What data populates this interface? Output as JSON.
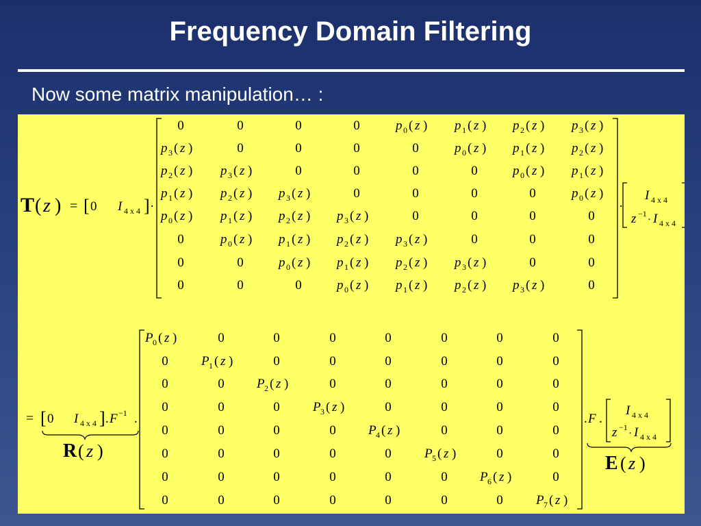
{
  "slide": {
    "title": "Frequency Domain Filtering",
    "subtitle": "Now some matrix manipulation… :"
  },
  "eq1": {
    "lhs_symbol": "T",
    "lhs_arg": "z",
    "equals": "=",
    "row_vector": [
      "0",
      "I",
      "4x4"
    ],
    "matrix_rows": [
      [
        "0",
        "0",
        "0",
        "0",
        "p0",
        "p1",
        "p2",
        "p3"
      ],
      [
        "p3",
        "0",
        "0",
        "0",
        "0",
        "p0",
        "p1",
        "p2"
      ],
      [
        "p2",
        "p3",
        "0",
        "0",
        "0",
        "0",
        "p0",
        "p1"
      ],
      [
        "p1",
        "p2",
        "p3",
        "0",
        "0",
        "0",
        "0",
        "p0"
      ],
      [
        "p0",
        "p1",
        "p2",
        "p3",
        "0",
        "0",
        "0",
        "0"
      ],
      [
        "0",
        "p0",
        "p1",
        "p2",
        "p3",
        "0",
        "0",
        "0"
      ],
      [
        "0",
        "0",
        "p0",
        "p1",
        "p2",
        "p3",
        "0",
        "0"
      ],
      [
        "0",
        "0",
        "0",
        "p0",
        "p1",
        "p2",
        "p3",
        "0"
      ]
    ],
    "col_vector": [
      "I4x4",
      "z^-1 I4x4"
    ]
  },
  "eq2": {
    "equals": "=",
    "row_vector_label": "R(z)",
    "inverse_label": "F",
    "inverse_exp": "−1",
    "diag_rows": [
      [
        "P0",
        "0",
        "0",
        "0",
        "0",
        "0",
        "0",
        "0"
      ],
      [
        "0",
        "P1",
        "0",
        "0",
        "0",
        "0",
        "0",
        "0"
      ],
      [
        "0",
        "0",
        "P2",
        "0",
        "0",
        "0",
        "0",
        "0"
      ],
      [
        "0",
        "0",
        "0",
        "P3",
        "0",
        "0",
        "0",
        "0"
      ],
      [
        "0",
        "0",
        "0",
        "0",
        "P4",
        "0",
        "0",
        "0"
      ],
      [
        "0",
        "0",
        "0",
        "0",
        "0",
        "P5",
        "0",
        "0"
      ],
      [
        "0",
        "0",
        "0",
        "0",
        "0",
        "0",
        "P6",
        "0"
      ],
      [
        "0",
        "0",
        "0",
        "0",
        "0",
        "0",
        "0",
        "P7"
      ]
    ],
    "right_factor": "F",
    "right_label": "E(z)"
  }
}
